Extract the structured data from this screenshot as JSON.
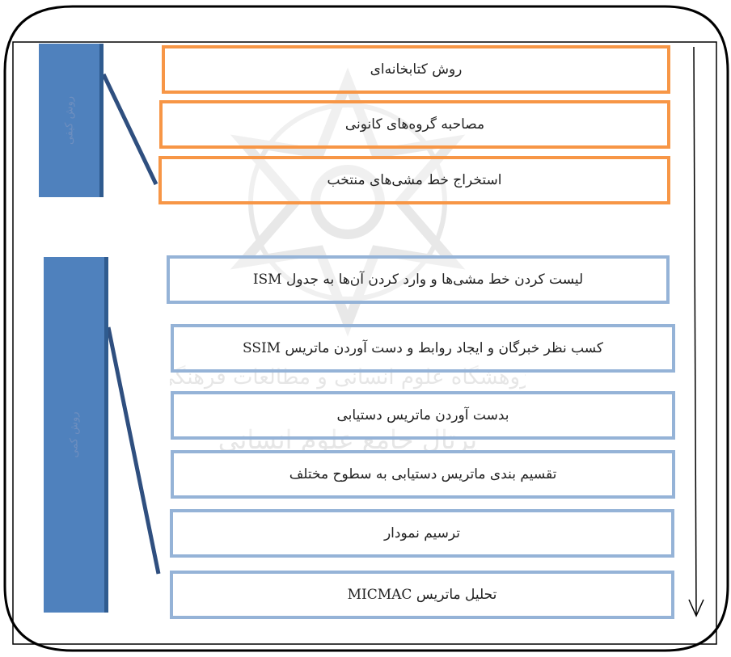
{
  "diagram": {
    "qualitative_label": "روش کیفی",
    "quantitative_label": "روش کمی",
    "qualitative_steps": [
      "روش کتابخانه‌ای",
      "مصاحبه گروه‌های کانونی",
      "استخراج خط مشی‌های منتخب"
    ],
    "quantitative_steps": [
      "لیست کردن خط مشی‌ها و وارد کردن آن‌ها به جدول ISM",
      "کسب نظر خبرگان و ایجاد روابط و دست آوردن ماتریس SSIM",
      "بدست آوردن ماتریس دستیابی",
      "تقسیم بندی ماتریس دستیابی به سطوح مختلف",
      "ترسیم نمودار",
      "تحلیل ماتریس MICMAC"
    ],
    "watermark_lines": [
      "پژوهشگاه علوم انسانی و مطالعات فرهنگی",
      "پرتال جامع علوم انسانی"
    ]
  },
  "colors": {
    "qualitative_border": "#f79646",
    "quantitative_border": "#95b3d7",
    "side_bar": "#4f81bd",
    "connector": "#2f4f7f"
  }
}
